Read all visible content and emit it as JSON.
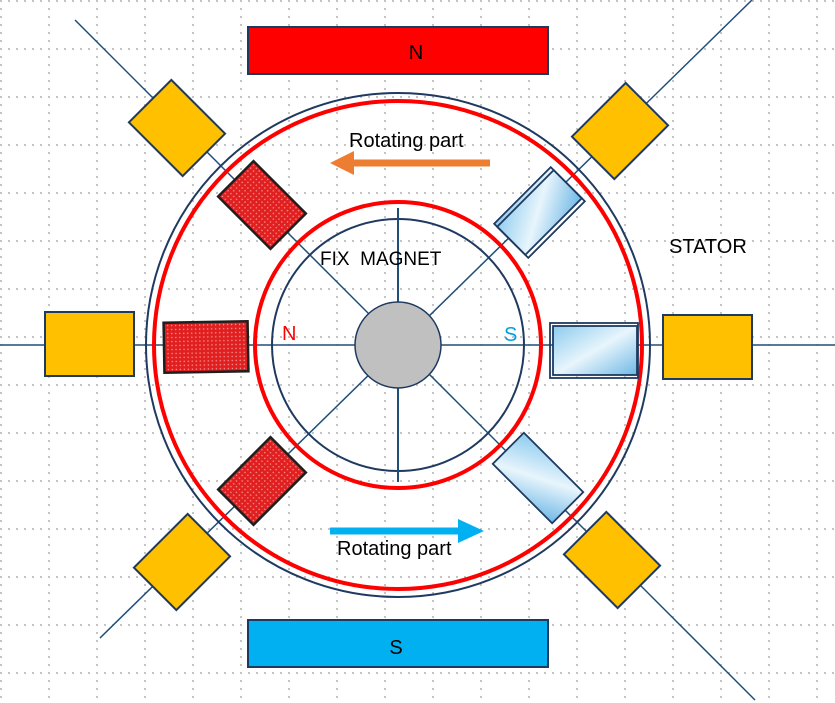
{
  "labels": {
    "top_magnet": "N",
    "bottom_magnet": "S",
    "rotor_top": "Rotating part",
    "rotor_bottom": "Rotating part",
    "stator": "STATOR",
    "fix_magnet": "FIX  MAGNET",
    "inner_n": "N",
    "inner_s": "S"
  },
  "colors": {
    "north_magnet": "#ff0000",
    "south_magnet": "#00b0f0",
    "stator_coil": "#ffc000",
    "rotor_ring": "#ff0000",
    "arrow_top": "#ed7d31",
    "arrow_bottom": "#00b0f0",
    "rotor_red_pole": "#e02020",
    "rotor_blue_pole": "#bfe3f5",
    "center_hub": "#c0c0c0",
    "inner_s_text": "#00a0e0",
    "inner_n_text": "#ff0000",
    "lines": "#1f4e79"
  }
}
